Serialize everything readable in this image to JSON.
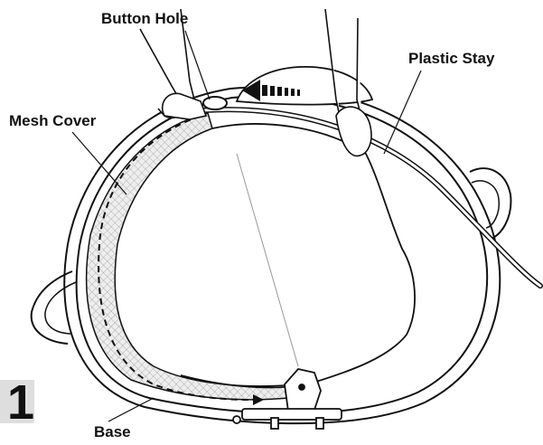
{
  "labels": {
    "button_hole": "Button Hole",
    "plastic_stay": "Plastic Stay",
    "mesh_cover": "Mesh Cover",
    "base": "Base"
  },
  "step": "1",
  "colors": {
    "line": "#111111",
    "mesh_fill": "#e6e6e6",
    "step_badge": "#dedede"
  }
}
